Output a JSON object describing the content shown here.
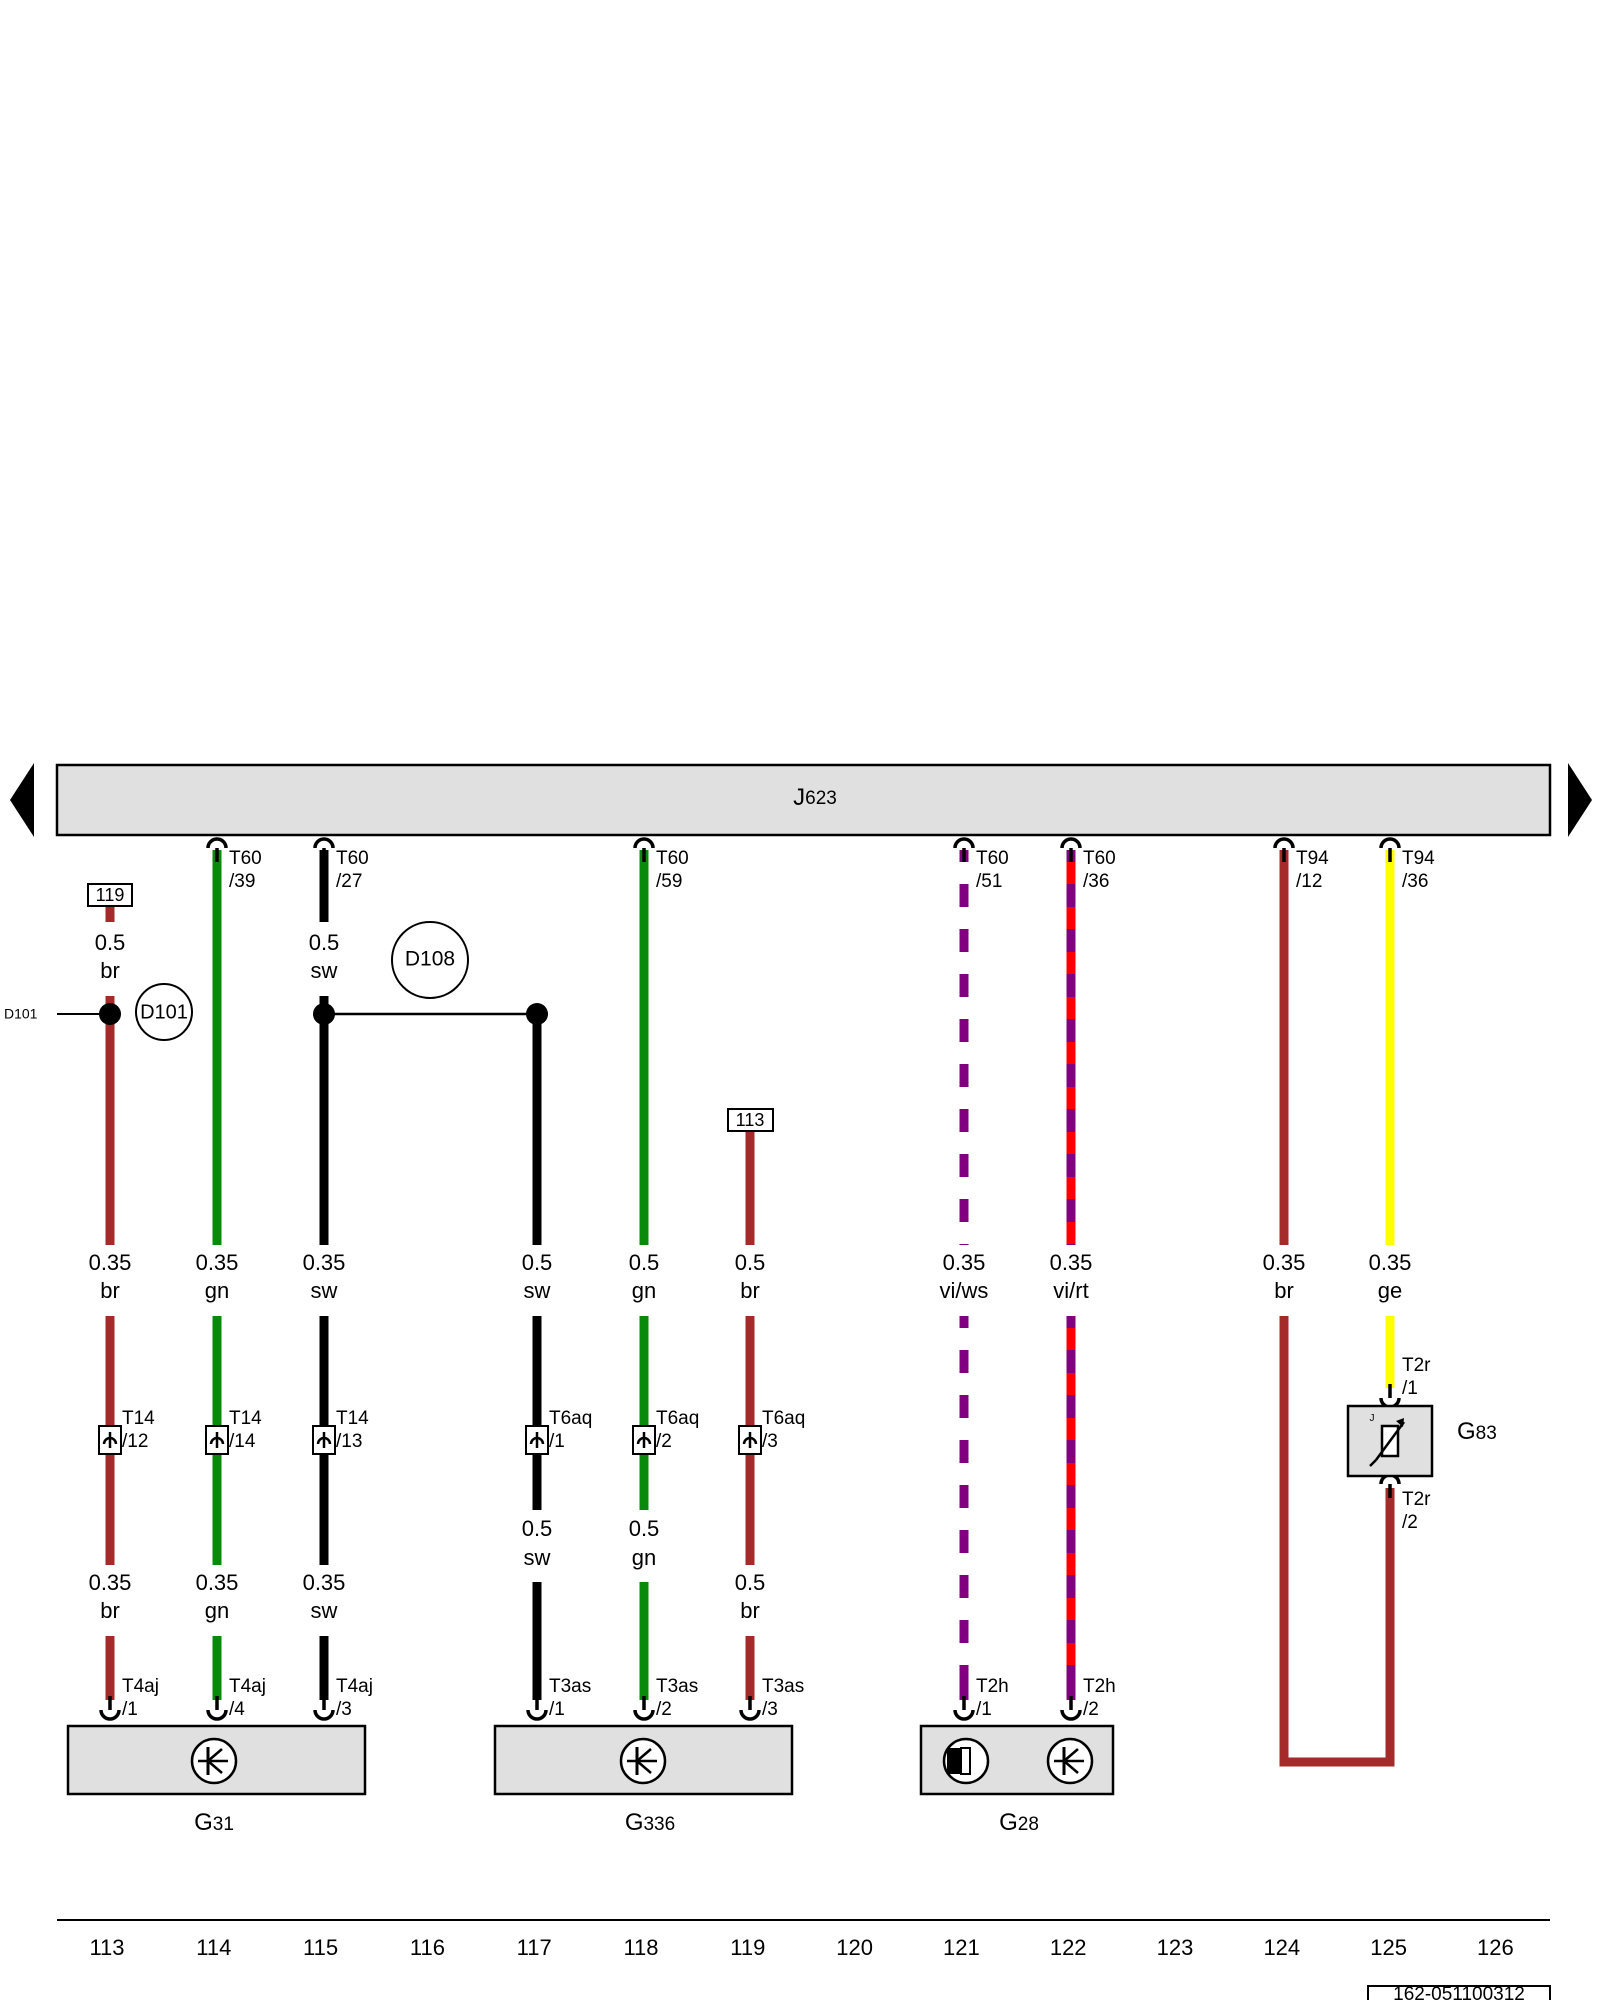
{
  "colors": {
    "br": "#a52a2a",
    "gn": "#0a8a0a",
    "sw": "#000000",
    "ge": "#ffff00",
    "vi": "#800080",
    "ws": "#ffffff",
    "rt": "#ff0000",
    "component_fill": "#e0e0e0"
  },
  "bus": {
    "label_main": "J",
    "label_sub": "623"
  },
  "doc_code": "162-051100312",
  "column_numbers": [
    "113",
    "114",
    "115",
    "116",
    "117",
    "118",
    "119",
    "120",
    "121",
    "122",
    "123",
    "124",
    "125",
    "126"
  ],
  "wires": [
    {
      "id": "w113",
      "top_ref": "119",
      "segments": [
        {
          "size": "0.5",
          "color": "br"
        },
        {
          "size": "0.35",
          "color": "br"
        },
        {
          "size": "0.35",
          "color": "br"
        }
      ],
      "connectors": [
        {
          "l1": "T14",
          "l2": "/12",
          "kind": "inline"
        },
        {
          "l1": "T4aj",
          "l2": "/1",
          "kind": "bottom"
        }
      ]
    },
    {
      "id": "w114",
      "segments": [
        {
          "size": "0.35",
          "color": "gn"
        },
        {
          "size": "0.35",
          "color": "gn"
        }
      ],
      "connectors": [
        {
          "l1": "T60",
          "l2": "/39",
          "kind": "top"
        },
        {
          "l1": "T14",
          "l2": "/14",
          "kind": "inline"
        },
        {
          "l1": "T4aj",
          "l2": "/4",
          "kind": "bottom"
        }
      ]
    },
    {
      "id": "w115",
      "segments": [
        {
          "size": "0.5",
          "color": "sw"
        },
        {
          "size": "0.35",
          "color": "sw"
        },
        {
          "size": "0.35",
          "color": "sw"
        }
      ],
      "connectors": [
        {
          "l1": "T60",
          "l2": "/27",
          "kind": "top"
        },
        {
          "l1": "T14",
          "l2": "/13",
          "kind": "inline"
        },
        {
          "l1": "T4aj",
          "l2": "/3",
          "kind": "bottom"
        }
      ]
    },
    {
      "id": "w117",
      "segments": [
        {
          "size": "0.5",
          "color": "sw"
        },
        {
          "size": "0.5",
          "color": "sw"
        }
      ],
      "connectors": [
        {
          "l1": "T6aq",
          "l2": "/1",
          "kind": "inline"
        },
        {
          "l1": "T3as",
          "l2": "/1",
          "kind": "bottom"
        }
      ]
    },
    {
      "id": "w118",
      "segments": [
        {
          "size": "0.5",
          "color": "gn"
        },
        {
          "size": "0.5",
          "color": "gn"
        }
      ],
      "connectors": [
        {
          "l1": "T60",
          "l2": "/59",
          "kind": "top"
        },
        {
          "l1": "T6aq",
          "l2": "/2",
          "kind": "inline"
        },
        {
          "l1": "T3as",
          "l2": "/2",
          "kind": "bottom"
        }
      ]
    },
    {
      "id": "w119",
      "top_ref": "113",
      "segments": [
        {
          "size": "0.5",
          "color": "br"
        },
        {
          "size": "0.5",
          "color": "br"
        }
      ],
      "connectors": [
        {
          "l1": "T6aq",
          "l2": "/3",
          "kind": "inline"
        },
        {
          "l1": "T3as",
          "l2": "/3",
          "kind": "bottom"
        }
      ]
    },
    {
      "id": "w121",
      "segments": [
        {
          "size": "0.35",
          "color": "vi/ws"
        }
      ],
      "connectors": [
        {
          "l1": "T60",
          "l2": "/51",
          "kind": "top"
        },
        {
          "l1": "T2h",
          "l2": "/1",
          "kind": "bottom"
        }
      ]
    },
    {
      "id": "w122",
      "segments": [
        {
          "size": "0.35",
          "color": "vi/rt"
        }
      ],
      "connectors": [
        {
          "l1": "T60",
          "l2": "/36",
          "kind": "top"
        },
        {
          "l1": "T2h",
          "l2": "/2",
          "kind": "bottom"
        }
      ]
    },
    {
      "id": "w124",
      "segments": [
        {
          "size": "0.35",
          "color": "br"
        }
      ],
      "connectors": [
        {
          "l1": "T94",
          "l2": "/12",
          "kind": "top"
        }
      ]
    },
    {
      "id": "w125",
      "segments": [
        {
          "size": "0.35",
          "color": "ge"
        }
      ],
      "connectors": [
        {
          "l1": "T94",
          "l2": "/36",
          "kind": "top"
        },
        {
          "l1": "T2r",
          "l2": "/1",
          "kind": "bottom"
        },
        {
          "l1": "T2r",
          "l2": "/2",
          "kind": "top"
        }
      ]
    }
  ],
  "junctions": [
    {
      "id": "D101",
      "label": "D101",
      "edge_label": "D101"
    },
    {
      "id": "D108",
      "label": "D108"
    }
  ],
  "components": [
    {
      "id": "G31",
      "main": "G",
      "sub": "31",
      "symbol": "speed-sensor"
    },
    {
      "id": "G336",
      "main": "G",
      "sub": "336",
      "symbol": "speed-sensor"
    },
    {
      "id": "G28",
      "main": "G",
      "sub": "28",
      "symbol": "hall-sensor"
    },
    {
      "id": "G83",
      "main": "G",
      "sub": "83",
      "symbol": "thermistor",
      "mark": "J"
    }
  ]
}
